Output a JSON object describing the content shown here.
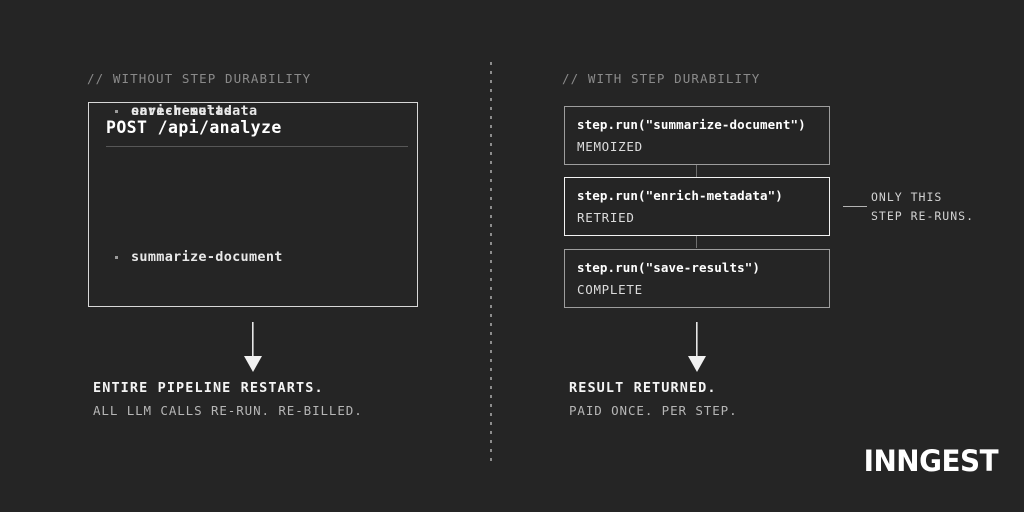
{
  "canvas": {
    "background_color": "#252525",
    "text_color": "#ffffff",
    "muted_color": "#8a8a8a",
    "border_color": "#d8d8d8",
    "highlight_border_color": "#f2f2f2"
  },
  "left_panel": {
    "comment": "// WITHOUT STEP DURABILITY",
    "card": {
      "title": "POST /api/analyze",
      "steps": [
        {
          "label": "summarize-document"
        },
        {
          "label": "enrich-metadata"
        },
        {
          "label": "save-results"
        }
      ]
    },
    "outcome": {
      "headline": "ENTIRE PIPELINE RESTARTS.",
      "detail": "ALL LLM CALLS RE-RUN. RE-BILLED."
    }
  },
  "right_panel": {
    "comment": "// WITH STEP DURABILITY",
    "steps": [
      {
        "code": "step.run(\"summarize-document\")",
        "status": "MEMOIZED",
        "highlight": false
      },
      {
        "code": "step.run(\"enrich-metadata\")",
        "status": "RETRIED",
        "highlight": true
      },
      {
        "code": "step.run(\"save-results\")",
        "status": "COMPLETE",
        "highlight": false
      }
    ],
    "callout": {
      "line1": "ONLY THIS",
      "line2": "STEP RE-RUNS."
    },
    "outcome": {
      "headline": "RESULT RETURNED.",
      "detail": "PAID ONCE. PER STEP."
    }
  },
  "brand": {
    "wordmark": "INNGEST"
  }
}
